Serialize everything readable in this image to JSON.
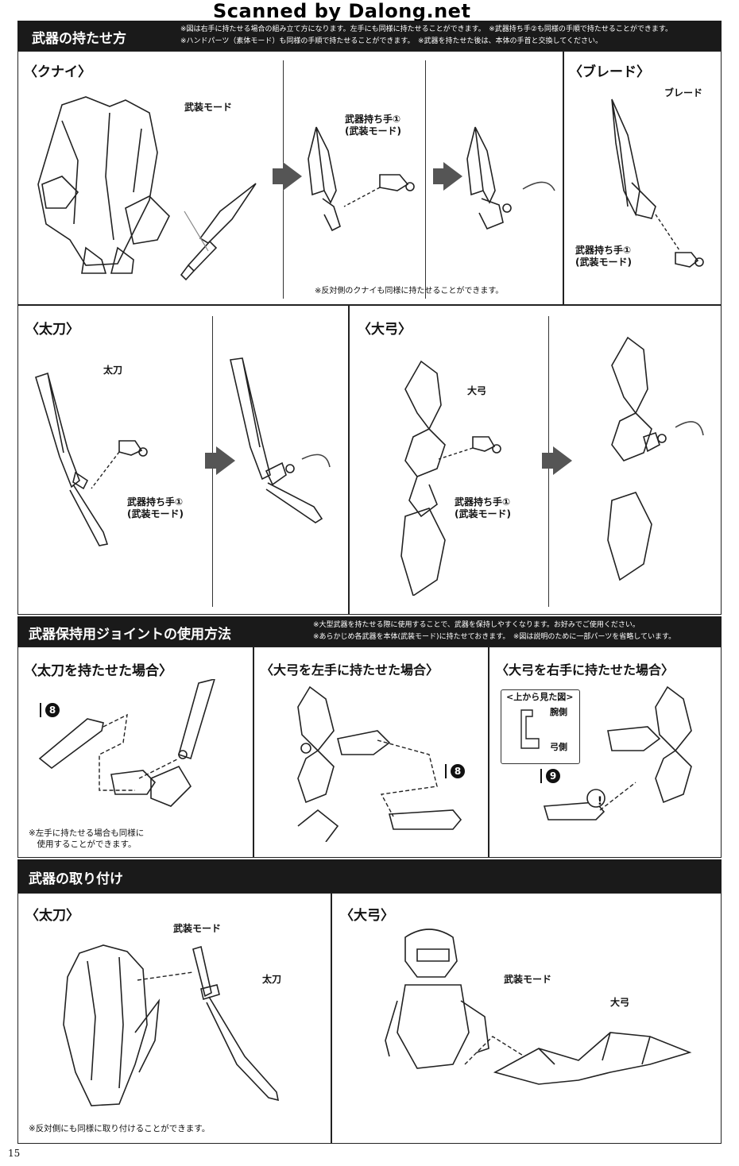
{
  "watermark": "Scanned by Dalong.net",
  "section1": {
    "title": "武器の持たせ方",
    "note_line1": "※図は右手に持たせる場合の組み立て方になります。左手にも同様に持たせることができます。　※武器持ち手②も同様の手順で持たせることができます。",
    "note_line2": "※ハンドパーツ（素体モード）も同様の手順で持たせることができます。　※武器を持たせた後は、本体の手首と交換してください。"
  },
  "kunai": {
    "title": "〈クナイ〉",
    "label_mode": "武装モード",
    "label_hand": "武器持ち手①\n(武装モード)",
    "footnote": "※反対側のクナイも同様に持たせることができます。"
  },
  "blade": {
    "title": "〈ブレード〉",
    "label_blade": "ブレード",
    "label_hand": "武器持ち手①\n(武装モード)"
  },
  "tachi": {
    "title": "〈太刀〉",
    "label_tachi": "太刀",
    "label_hand": "武器持ち手①\n(武装モード)"
  },
  "daikyu": {
    "title": "〈大弓〉",
    "label_bow": "大弓",
    "label_hand": "武器持ち手①\n(武装モード)"
  },
  "section2": {
    "title": "武器保持用ジョイントの使用方法",
    "note_line1": "※大型武器を持たせる際に使用することで、武器を保持しやすくなります。お好みでご使用ください。",
    "note_line2": "※あらかじめ各武器を本体(武装モード)に持たせておきます。　※図は説明のために一部パーツを省略しています。"
  },
  "joint": {
    "tachi_title": "〈太刀を持たせた場合〉",
    "tachi_part_letter": "I",
    "tachi_part_num": "8",
    "tachi_note": "※左手に持たせる場合も同様に\n　使用することができます。",
    "left_title": "〈大弓を左手に持たせた場合〉",
    "left_part_letter": "I",
    "left_part_num": "8",
    "right_title": "〈大弓を右手に持たせた場合〉",
    "right_part_letter": "I",
    "right_part_num": "9",
    "topview_label": "<上から見た図>",
    "topview_arm": "腕側",
    "topview_bow": "弓側",
    "caution": "!"
  },
  "section3": {
    "title": "武器の取り付け"
  },
  "attach": {
    "tachi_title": "〈太刀〉",
    "tachi_mode": "武装モード",
    "tachi_label": "太刀",
    "tachi_note": "※反対側にも同様に取り付けることができます。",
    "bow_title": "〈大弓〉",
    "bow_mode": "武装モード",
    "bow_label": "大弓"
  },
  "page_number": "15"
}
